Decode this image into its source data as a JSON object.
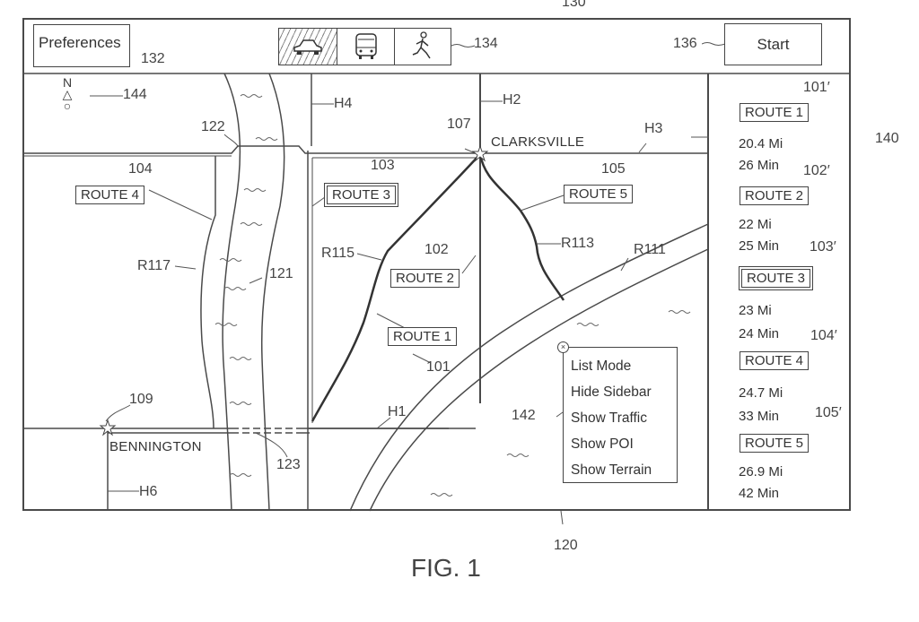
{
  "figure": {
    "caption": "FIG. 1",
    "ref_window": "130",
    "ref_map": "120"
  },
  "toolbar": {
    "preferences_label": "Preferences",
    "preferences_ref": "132",
    "modes": [
      {
        "icon": "car-icon",
        "selected": true
      },
      {
        "icon": "bus-icon",
        "selected": false
      },
      {
        "icon": "walking-person-icon",
        "selected": false
      }
    ],
    "modes_ref": "134",
    "start_label": "Start",
    "start_ref": "136"
  },
  "compass": {
    "north_label": "N",
    "ref": "144"
  },
  "map": {
    "places": [
      {
        "name": "CLARKSVILLE",
        "ref": "107"
      },
      {
        "name": "BENNINGTON",
        "ref": "109"
      }
    ],
    "highways": [
      "H1",
      "H2",
      "H3",
      "H4",
      "H6"
    ],
    "roads": [
      "R111",
      "R113",
      "R115",
      "R117"
    ],
    "river_ref": "121",
    "bridge_ref": "122",
    "broken_bridge_ref": "123",
    "route_labels": [
      {
        "label": "ROUTE 1",
        "ref": "101"
      },
      {
        "label": "ROUTE 2",
        "ref": "102"
      },
      {
        "label": "ROUTE 3",
        "ref": "103",
        "selected": true
      },
      {
        "label": "ROUTE 4",
        "ref": "104"
      },
      {
        "label": "ROUTE 5",
        "ref": "105"
      }
    ]
  },
  "sidebar": {
    "ref": "140",
    "routes": [
      {
        "label": "ROUTE 1",
        "ref": "101′",
        "distance": "20.4 Mi",
        "time": "26 Min",
        "selected": false
      },
      {
        "label": "ROUTE 2",
        "ref": "102′",
        "distance": "22 Mi",
        "time": "25 Min",
        "selected": false
      },
      {
        "label": "ROUTE 3",
        "ref": "103′",
        "distance": "23 Mi",
        "time": "24 Min",
        "selected": true
      },
      {
        "label": "ROUTE 4",
        "ref": "104′",
        "distance": "24.7 Mi",
        "time": "33 Min",
        "selected": false
      },
      {
        "label": "ROUTE 5",
        "ref": "105′",
        "distance": "26.9 Mi",
        "time": "42 Min",
        "selected": false
      }
    ]
  },
  "context_menu": {
    "ref": "142",
    "items": [
      "List Mode",
      "Hide Sidebar",
      "Show Traffic",
      "Show POI",
      "Show Terrain"
    ]
  }
}
